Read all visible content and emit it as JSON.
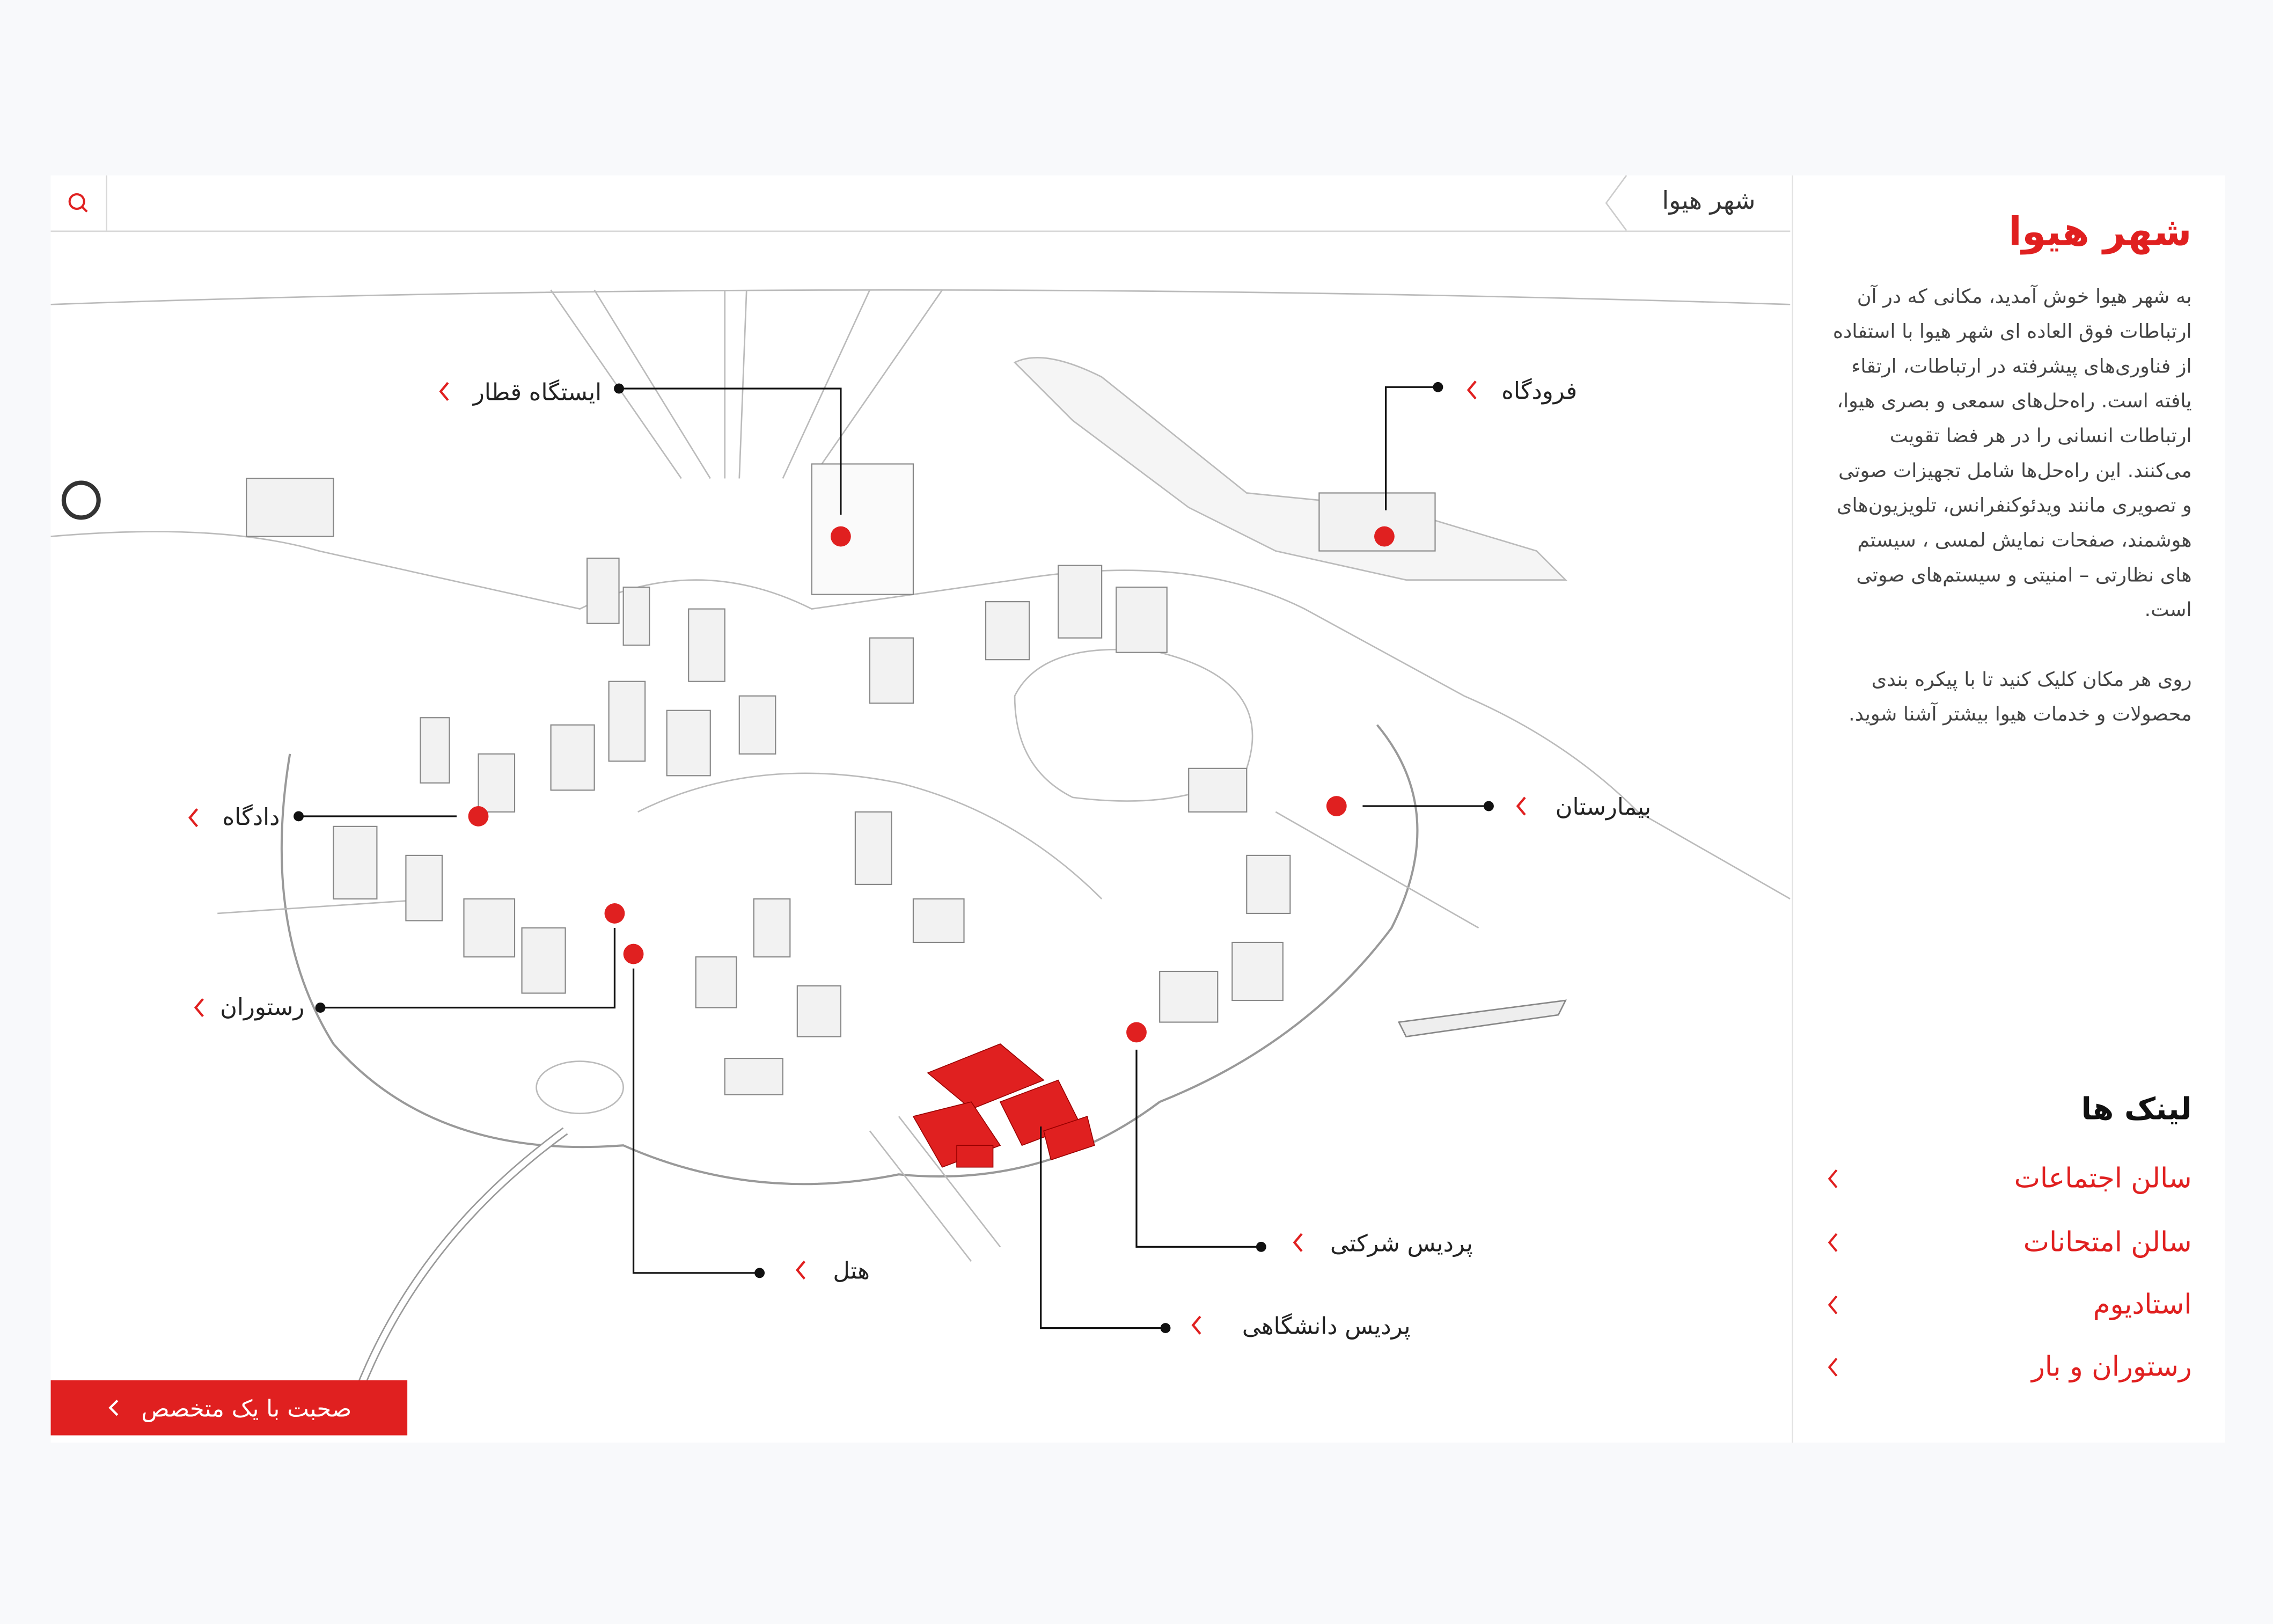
{
  "header": {
    "breadcrumb": "شهر هیوا",
    "search_icon": "search-icon"
  },
  "sidebar": {
    "title": "شهر هیوا",
    "intro": "به شهر هیوا خوش آمدید، مکانی که در آن ارتباطات فوق العاده ای شهر هیوا با استفاده از فناوری‌های پیشرفته در ارتباطات، ارتقاء یافته است. راه‌حل‌های سمعی و بصری هیوا، ارتباطات انسانی را در هر فضا تقویت می‌کنند. این راه‌حل‌ها شامل تجهیزات صوتی و تصویری مانند ویدئوکنفرانس، تلویزیون‌های هوشمند، صفحات نمایش لمسی ، سیستم های نظارتی – امنیتی و سیستم‌های صوتی است.",
    "hint": "روی هر مکان کلیک کنید تا با پیکره بندی محصولات و خدمات هیوا بیشتر آشنا شوید.",
    "links_title": "لینک ها",
    "links": [
      {
        "label": "سالن اجتماعات"
      },
      {
        "label": "سالن امتحانات"
      },
      {
        "label": "استادیوم"
      },
      {
        "label": "رستوران و بار"
      }
    ]
  },
  "map": {
    "locations": [
      {
        "label": "ایستگاه قطار"
      },
      {
        "label": "فرودگاه"
      },
      {
        "label": "دادگاه"
      },
      {
        "label": "بیمارستان"
      },
      {
        "label": "رستوران"
      },
      {
        "label": "هتل"
      },
      {
        "label": "پردیس شرکتی"
      },
      {
        "label": "پردیس دانشگاهی"
      }
    ]
  },
  "cta": {
    "label": "صحبت با یک متخصص"
  },
  "colors": {
    "accent": "#e02020",
    "background": "#f8f9fb"
  }
}
